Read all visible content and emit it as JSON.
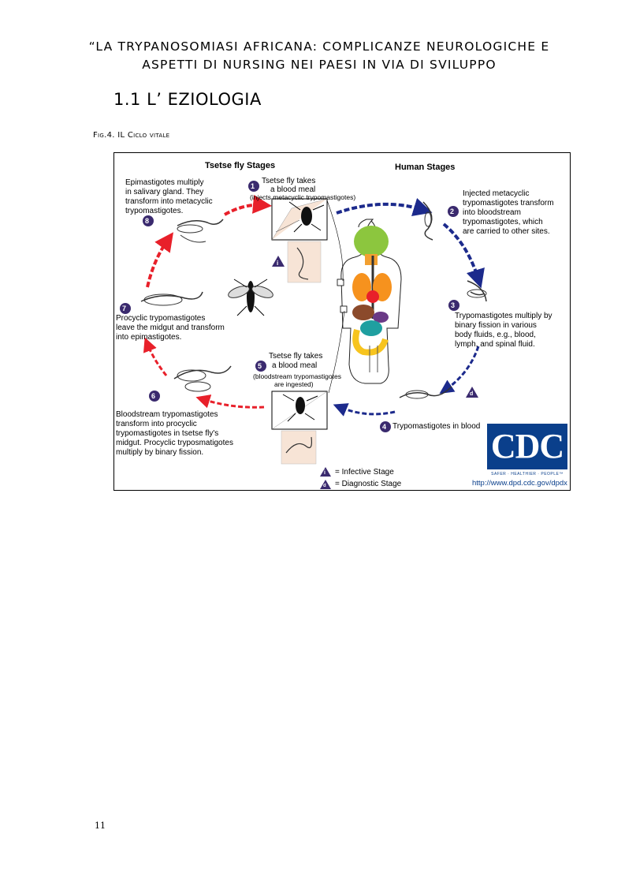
{
  "header": {
    "line1": "“LA TRYPANOSOMIASI AFRICANA: COMPLICANZE NEUROLOGICHE E",
    "line2": "ASPETTI DI NURSING NEI PAESI IN VIA DI SVILUPPO"
  },
  "section_title": "1.1 L’ EZIOLOGIA",
  "figure_caption": "Fig.4. IL Ciclo vitale",
  "diagram": {
    "tsetse_title": "Tsetse fly Stages",
    "human_title": "Human Stages",
    "stages": {
      "s1": {
        "num": "1",
        "line1": "Tsetse fly takes",
        "line2": "a blood meal",
        "note": "(injects metacyclic trypomastigotes)"
      },
      "s2": {
        "num": "2",
        "lines": [
          "Injected metacyclic",
          "trypomastigotes transform",
          "into bloodstream",
          "trypomastigotes, which",
          "are carried to other sites."
        ]
      },
      "s3": {
        "num": "3",
        "lines": [
          "Trypomastigotes multiply by",
          "binary fission in various",
          "body fluids, e.g., blood,",
          "lymph, and spinal fluid."
        ]
      },
      "s4": {
        "num": "4",
        "text": "Trypomastigotes in blood"
      },
      "s5": {
        "num": "5",
        "line1": "Tsetse fly takes",
        "line2": "a blood meal",
        "note1": "(bloodstream trypomastigotes",
        "note2": "are ingested)"
      },
      "s6": {
        "num": "6",
        "lines": [
          "Bloodstream trypomastigotes",
          "transform into procyclic",
          "trypomastigotes in tsetse fly's",
          "midgut. Procyclic tryposmatigotes",
          "multiply by binary fission."
        ]
      },
      "s7": {
        "num": "7",
        "lines": [
          "Procyclic trypomastigotes",
          "leave the midgut and transform",
          "into epimastigotes."
        ]
      },
      "s8": {
        "num": "8",
        "lines": [
          "Epimastigotes multiply",
          "in salivary gland. They",
          "transform into metacyclic",
          "trypomastigotes."
        ]
      }
    },
    "legend": {
      "infective_symbol": "i",
      "infective_label": "= Infective Stage",
      "diagnostic_symbol": "d",
      "diagnostic_label": "= Diagnostic Stage"
    },
    "logo": {
      "text": "CDC",
      "tagline": "SAFER · HEALTHIER · PEOPLE™"
    },
    "url": "http://www.dpd.cdc.gov/dpdx",
    "colors": {
      "tsetse_arrow": "#e8202a",
      "human_arrow": "#1c2a8c",
      "badge": "#3a2a6e",
      "cdc_blue": "#0a3f8b"
    }
  },
  "page_number": "11"
}
